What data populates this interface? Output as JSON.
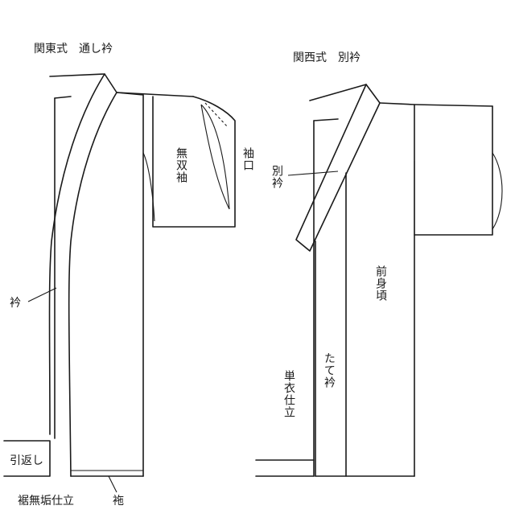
{
  "left": {
    "title": "関東式　通し衿",
    "labels": {
      "musou_sode": "無双袖",
      "sodeguchi": "袖口",
      "eri": "衿",
      "hikikaeshi": "引返し",
      "suso": "裾無垢仕立",
      "fuki": "袘"
    }
  },
  "right": {
    "title": "関西式　別衿",
    "labels": {
      "betsueri": "別衿",
      "maemigoro": "前身頃",
      "tateeri": "たて衿",
      "hitoe": "単衣仕立"
    }
  }
}
